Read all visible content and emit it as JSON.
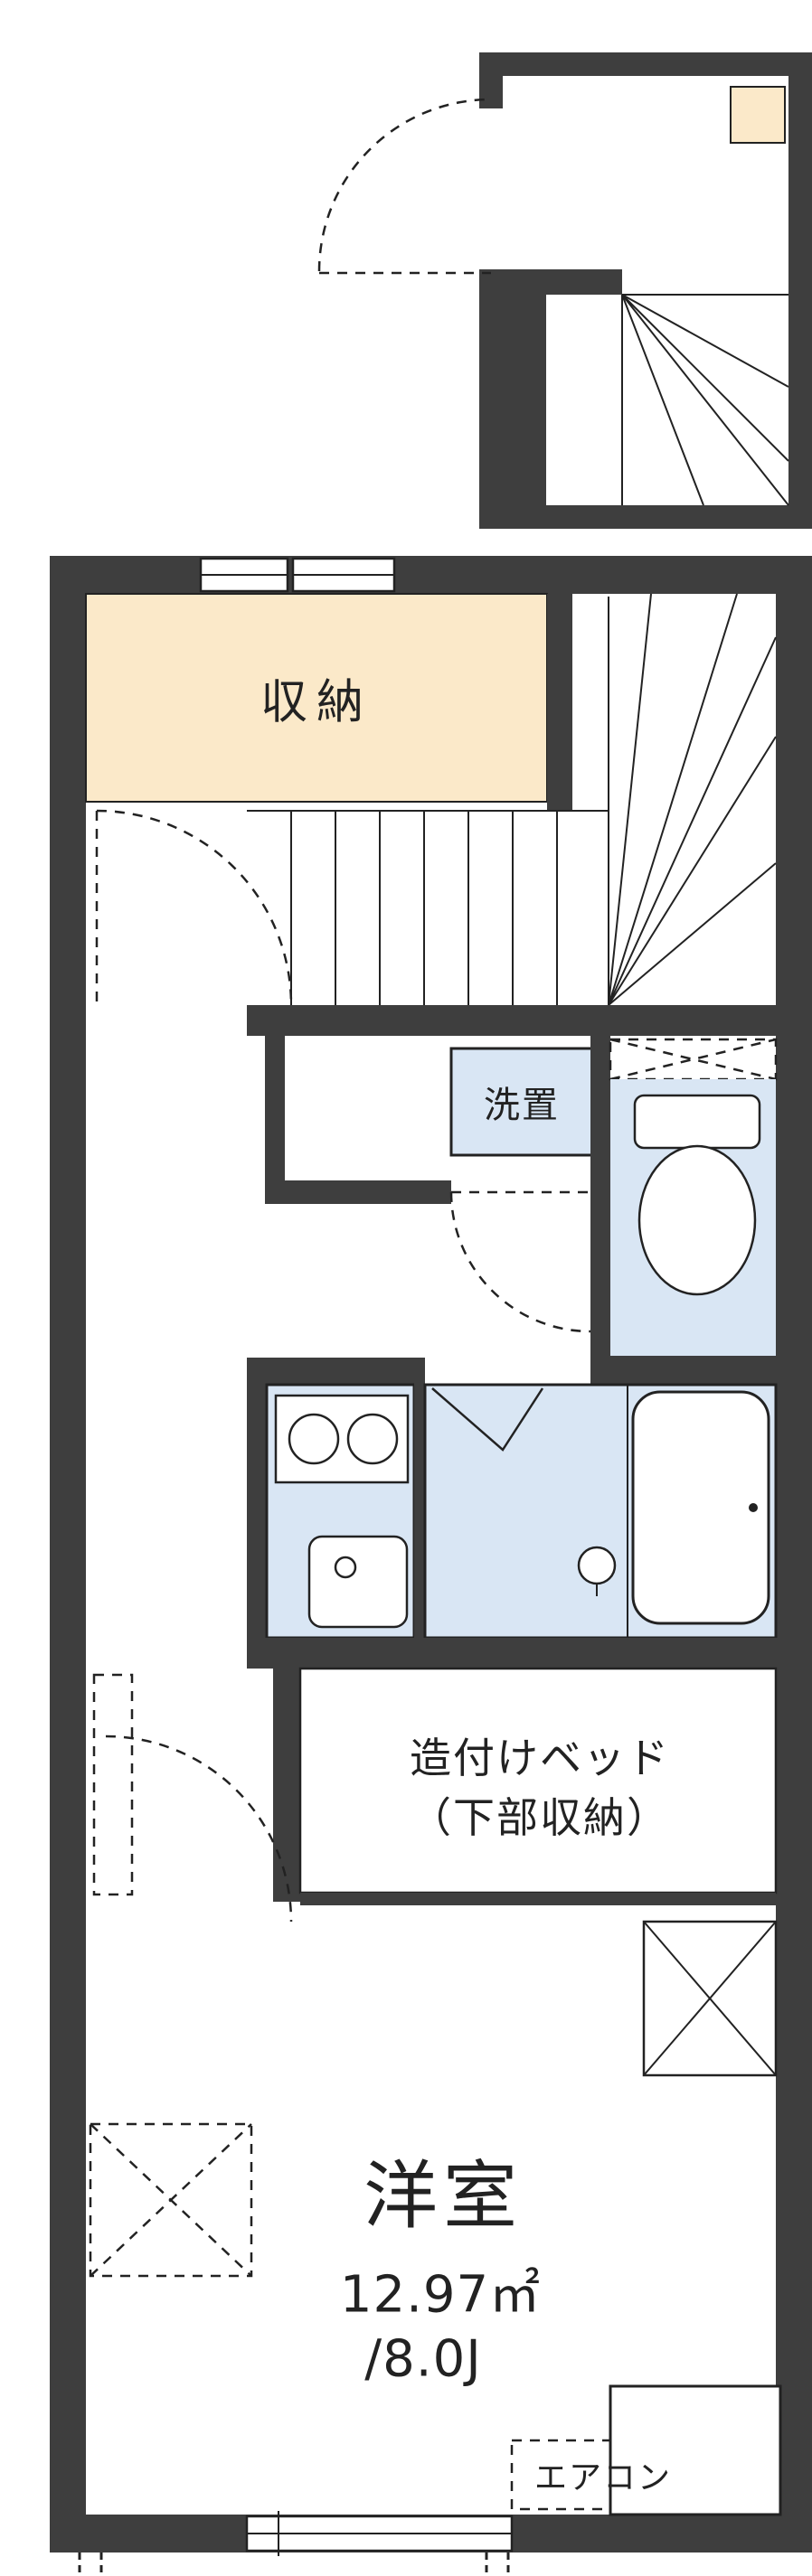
{
  "colors": {
    "wall": "#3e3e3e",
    "line": "#222222",
    "closet": "#fbe9c9",
    "water": "#d9e6f4",
    "paper": "#ffffff"
  },
  "labels": {
    "closet": "収納",
    "washer": "洗置",
    "bed_line1": "造付けベッド",
    "bed_line2": "（下部収納）",
    "room": "洋室",
    "area_m2": "12.97㎡",
    "area_jo": "/8.0J",
    "aircon": "エアコン"
  }
}
